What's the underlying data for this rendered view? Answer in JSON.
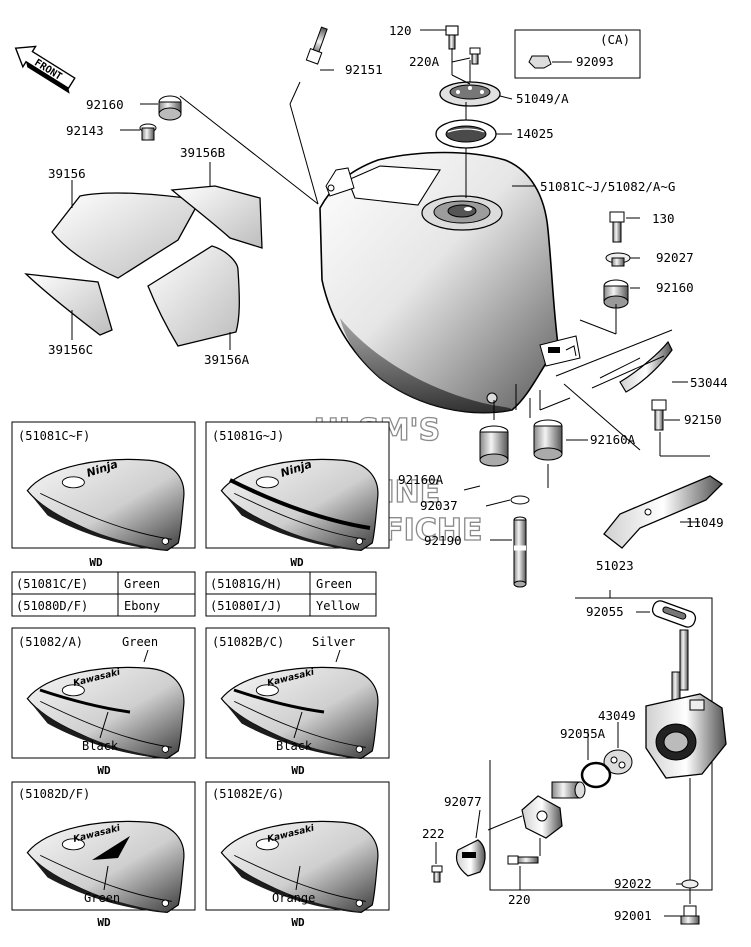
{
  "front_label": "FRONT",
  "watermark": [
    "HLSM'S",
    "ONLINE",
    "MICROFICHE"
  ],
  "callouts": {
    "p120": "120",
    "p220A": "220A",
    "p92151": "92151",
    "pCA": "(CA)",
    "p92093": "92093",
    "p51049": "51049/A",
    "p14025": "14025",
    "p51081": "51081C~J/51082/A~G",
    "p92160top": "92160",
    "p92143": "92143",
    "p39156B": "39156B",
    "p39156": "39156",
    "p39156C": "39156C",
    "p39156A": "39156A",
    "p130": "130",
    "p92027": "92027",
    "p92160r": "92160",
    "p53044": "53044",
    "p92150": "92150",
    "p92160Aleft": "92160A",
    "p92160Aright": "92160A",
    "p92037": "92037",
    "p11049": "11049",
    "p92190": "92190",
    "p51023": "51023",
    "p92055": "92055",
    "p43049": "43049",
    "p92055A": "92055A",
    "p92077": "92077",
    "p222": "222",
    "p220": "220",
    "p92022": "92022",
    "p92001": "92001"
  },
  "variants": {
    "v1": {
      "title": "(51081C~F)",
      "wd": "WD"
    },
    "v2": {
      "title": "(51081G~J)",
      "wd": "WD"
    },
    "v3": {
      "title": "(51082/A)",
      "color_top": "Green",
      "color_bottom": "Black",
      "wd": "WD"
    },
    "v4": {
      "title": "(51082B/C)",
      "color_top": "Silver",
      "color_bottom": "Black",
      "wd": "WD"
    },
    "v5": {
      "title": "(51082D/F)",
      "color_bottom": "Green",
      "wd": "WD"
    },
    "v6": {
      "title": "(51082E/G)",
      "color_bottom": "Orange",
      "wd": "WD"
    }
  },
  "color_tables": {
    "left": [
      {
        "code": "(51081C/E)",
        "color": "Green"
      },
      {
        "code": "(51080D/F)",
        "color": "Ebony"
      }
    ],
    "right": [
      {
        "code": "(51081G/H)",
        "color": "Green"
      },
      {
        "code": "(51080I/J)",
        "color": "Yellow"
      }
    ]
  },
  "tank_brands": {
    "ninja": "Ninja",
    "kawasaki": "Kawasaki"
  }
}
